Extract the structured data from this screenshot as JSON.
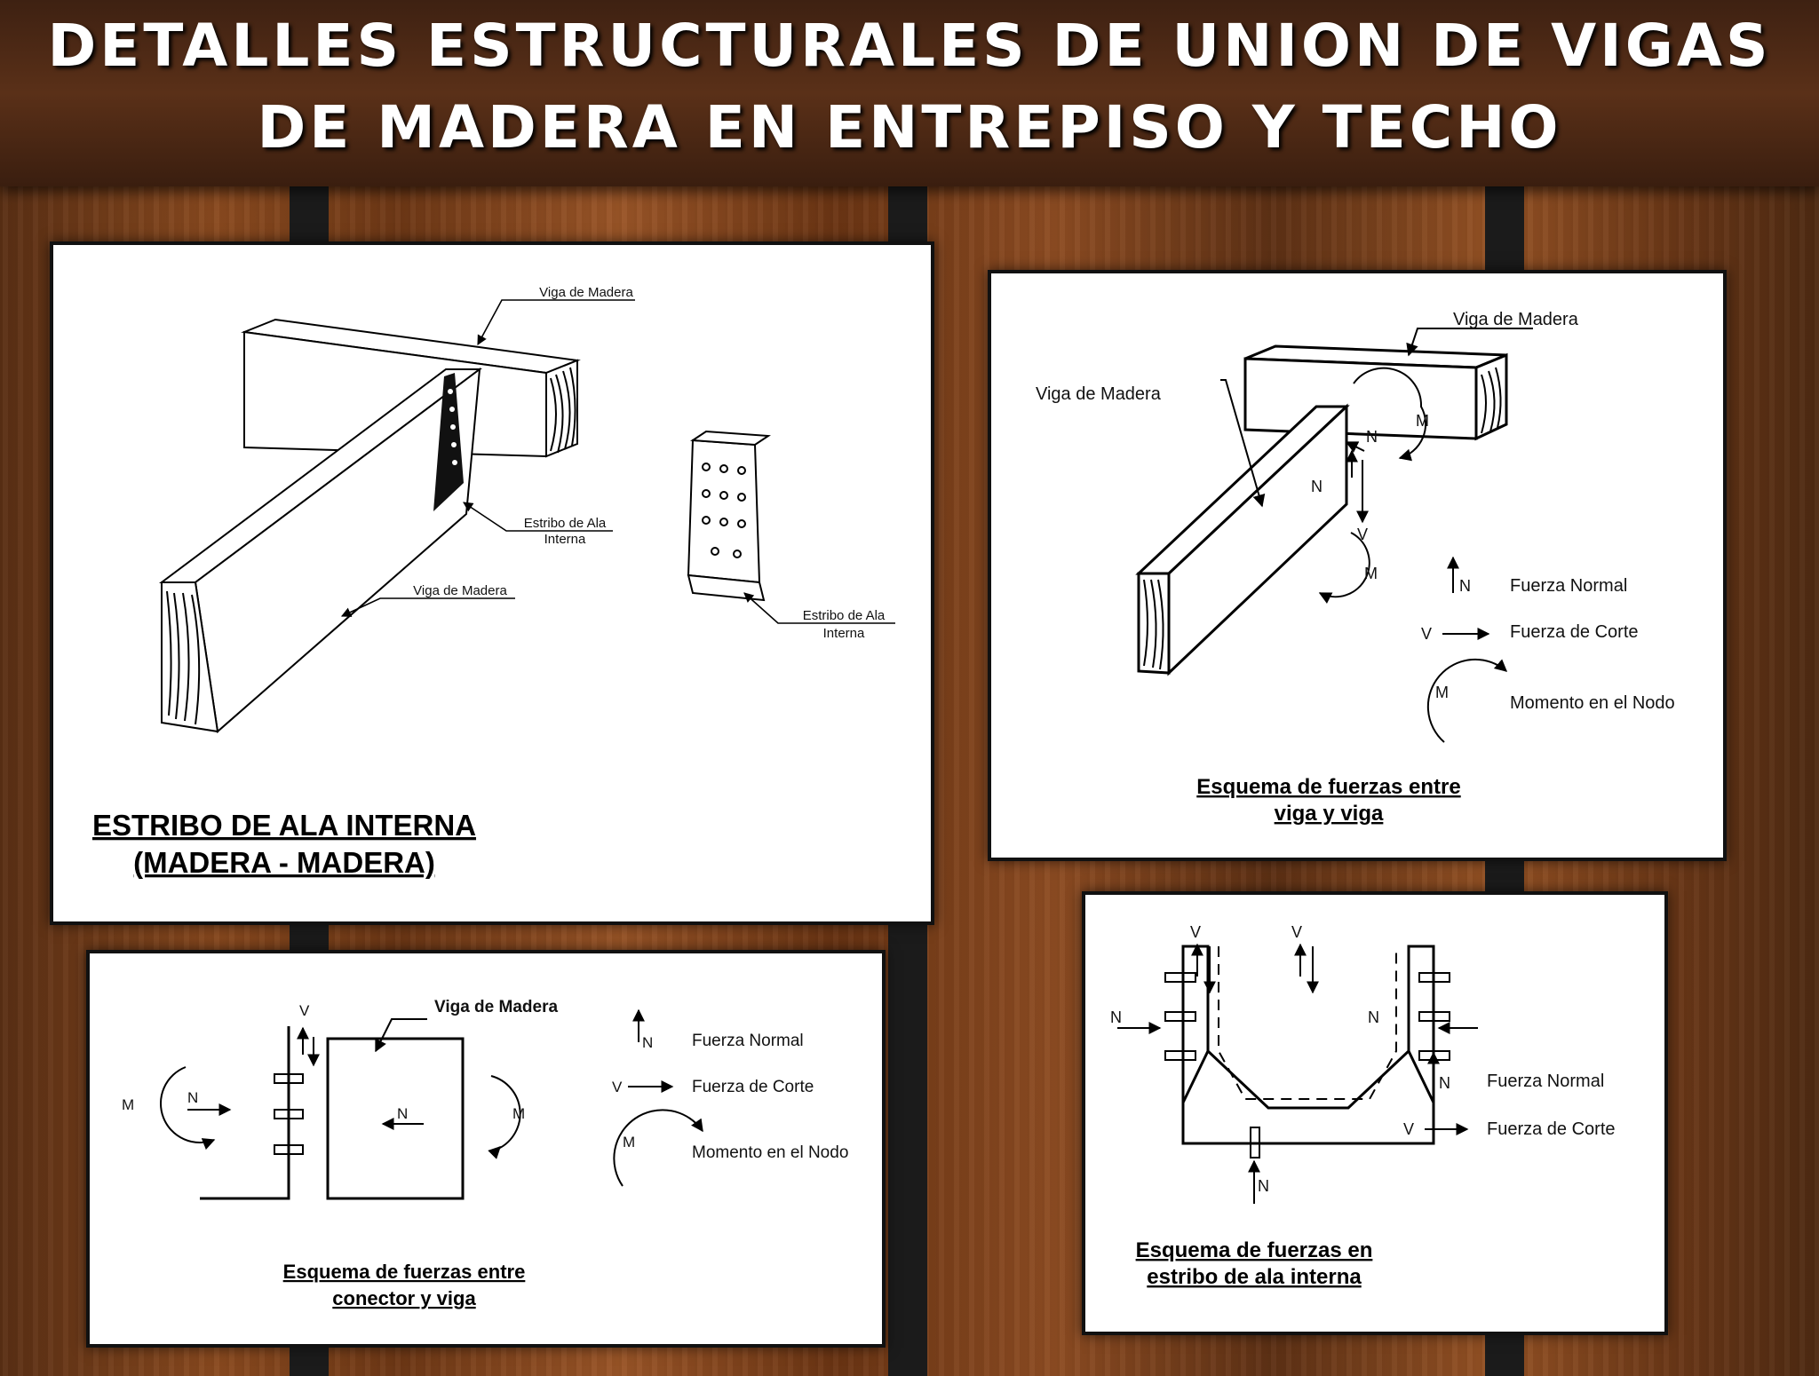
{
  "header": {
    "line1": "DETALLES ESTRUCTURALES DE UNION DE VIGAS",
    "line2": "DE MADERA EN ENTREPISO Y TECHO"
  },
  "panel_a": {
    "label_top": "Viga de Madera",
    "label_estribo_1": "Estribo de Ala",
    "label_estribo_2": "Interna",
    "label_viga_2": "Viga de Madera",
    "label_estribo_b1": "Estribo de Ala",
    "label_estribo_b2": "Interna",
    "caption_1": "ESTRIBO DE ALA INTERNA",
    "caption_2": "(MADERA - MADERA)"
  },
  "panel_b": {
    "label_viga_top": "Viga de Madera",
    "label_viga_left": "Viga de Madera",
    "sym_m1": "M",
    "sym_n1": "N",
    "sym_n2": "N",
    "sym_v": "V",
    "sym_m2": "M",
    "legend_n_sym": "N",
    "legend_n": "Fuerza Normal",
    "legend_v_sym": "V",
    "legend_v": "Fuerza de Corte",
    "legend_m_sym": "M",
    "legend_m": "Momento en el Nodo",
    "caption_1": "Esquema de fuerzas entre",
    "caption_2": "viga y viga"
  },
  "panel_c": {
    "sym_v": "V",
    "label_viga": "Viga de Madera",
    "sym_m_left": "M",
    "sym_n_left": "N",
    "sym_n_center": "N",
    "sym_m_right": "M",
    "legend_n_sym": "N",
    "legend_n": "Fuerza Normal",
    "legend_v_sym": "V",
    "legend_v": "Fuerza de Corte",
    "legend_m_sym": "M",
    "legend_m": "Momento en el Nodo",
    "caption_1": "Esquema de fuerzas entre",
    "caption_2": "conector y viga"
  },
  "panel_d": {
    "sym_v1": "V",
    "sym_v2": "V",
    "sym_n_left": "N",
    "sym_n_right": "N",
    "sym_n_bottom": "N",
    "legend_n_sym": "N",
    "legend_n": "Fuerza Normal",
    "legend_v_sym": "V",
    "legend_v": "Fuerza de Corte",
    "caption_1": "Esquema de fuerzas en",
    "caption_2": "estribo de ala interna"
  }
}
